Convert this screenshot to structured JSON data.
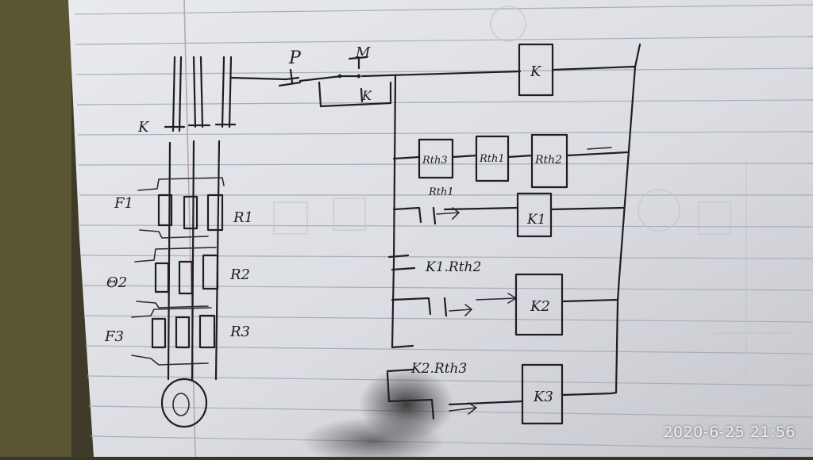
{
  "labels": {
    "push_button": "P",
    "main_contact": "M",
    "self_hold": "K",
    "main_coil": "K",
    "power_contacts": "K",
    "fuse_1": "F1",
    "fuse_2": "Θ2",
    "fuse_3": "F3",
    "resistor_1": "R1",
    "resistor_2": "R2",
    "resistor_3": "R3",
    "relay_rth3": "Rth3",
    "relay_rth1": "Rth1",
    "relay_rth2": "Rth2",
    "rth1_note": "Rth1",
    "coil_k1": "K1",
    "k1_note": "K1.Rth2",
    "coil_k2": "K2",
    "k2_note": "K2.Rth3",
    "coil_k3": "K3"
  },
  "timestamp": "2020-6-25 21:56",
  "colors": {
    "paper": "#e4e5e9",
    "ink": "#1e1e24",
    "ruling": "#a8aebc",
    "margin_line": "#b7a4ae",
    "desk": "#3a3626"
  }
}
